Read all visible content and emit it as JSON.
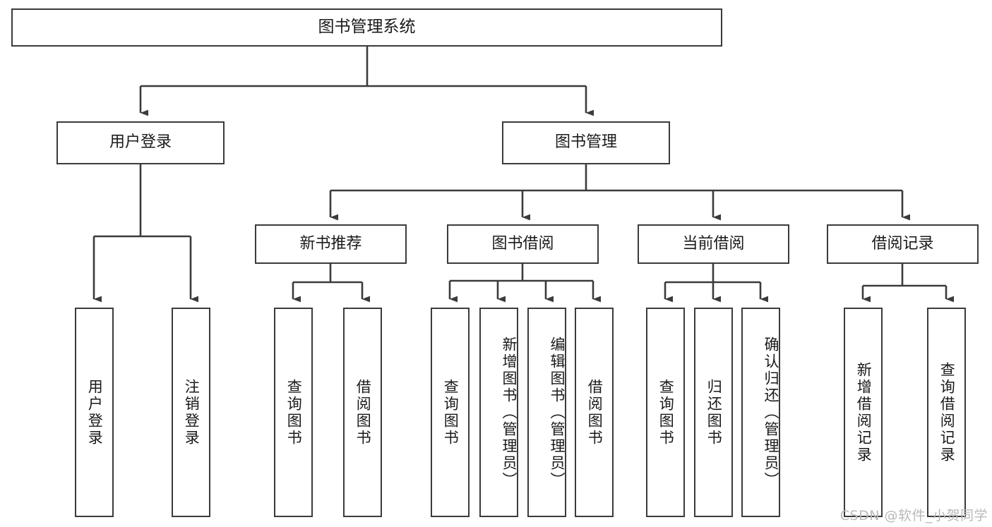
{
  "diagram": {
    "title": "图书管理系统",
    "watermark": "CSDN @软件_小贺同学",
    "colors": {
      "box_border": "#3b3b3b",
      "box_fill": "#ffffff",
      "line": "#3b3b3b",
      "text": "#1a1a1a",
      "watermark": "#b9b9b9"
    },
    "levels": {
      "root": "图书管理系统",
      "level2": [
        "用户登录",
        "图书管理"
      ],
      "level3": [
        "新书推荐",
        "图书借阅",
        "当前借阅",
        "借阅记录"
      ]
    },
    "nodes": {
      "root": "图书管理系统",
      "user_login": "用户登录",
      "book_manage": "图书管理",
      "new_book_rec": "新书推荐",
      "book_borrow": "图书借阅",
      "current_borrow": "当前借阅",
      "borrow_record": "借阅记录",
      "leaf_user_login": "用户登录",
      "leaf_user_logout": "注销登录",
      "leaf_rec_query": "查询图书",
      "leaf_rec_borrow": "借阅图书",
      "leaf_borrow_query": "查询图书",
      "leaf_borrow_add": "新增图书（管理员）",
      "leaf_borrow_edit": "编辑图书（管理员）",
      "leaf_borrow_do": "借阅图书",
      "leaf_cur_query": "查询图书",
      "leaf_cur_return": "归还图书",
      "leaf_cur_confirm": "确认归还（管理员）",
      "leaf_rec_add": "新增借阅记录",
      "leaf_rec_query2": "查询借阅记录"
    },
    "edges": [
      {
        "from": "root",
        "to": "user_login"
      },
      {
        "from": "root",
        "to": "book_manage"
      },
      {
        "from": "user_login",
        "to": "leaf_user_login"
      },
      {
        "from": "user_login",
        "to": "leaf_user_logout"
      },
      {
        "from": "book_manage",
        "to": "new_book_rec"
      },
      {
        "from": "book_manage",
        "to": "book_borrow"
      },
      {
        "from": "book_manage",
        "to": "current_borrow"
      },
      {
        "from": "book_manage",
        "to": "borrow_record"
      },
      {
        "from": "new_book_rec",
        "to": "leaf_rec_query"
      },
      {
        "from": "new_book_rec",
        "to": "leaf_rec_borrow"
      },
      {
        "from": "book_borrow",
        "to": "leaf_borrow_query"
      },
      {
        "from": "book_borrow",
        "to": "leaf_borrow_add"
      },
      {
        "from": "book_borrow",
        "to": "leaf_borrow_edit"
      },
      {
        "from": "book_borrow",
        "to": "leaf_borrow_do"
      },
      {
        "from": "current_borrow",
        "to": "leaf_cur_query"
      },
      {
        "from": "current_borrow",
        "to": "leaf_cur_return"
      },
      {
        "from": "current_borrow",
        "to": "leaf_cur_confirm"
      },
      {
        "from": "borrow_record",
        "to": "leaf_rec_add"
      },
      {
        "from": "borrow_record",
        "to": "leaf_rec_query2"
      }
    ]
  }
}
